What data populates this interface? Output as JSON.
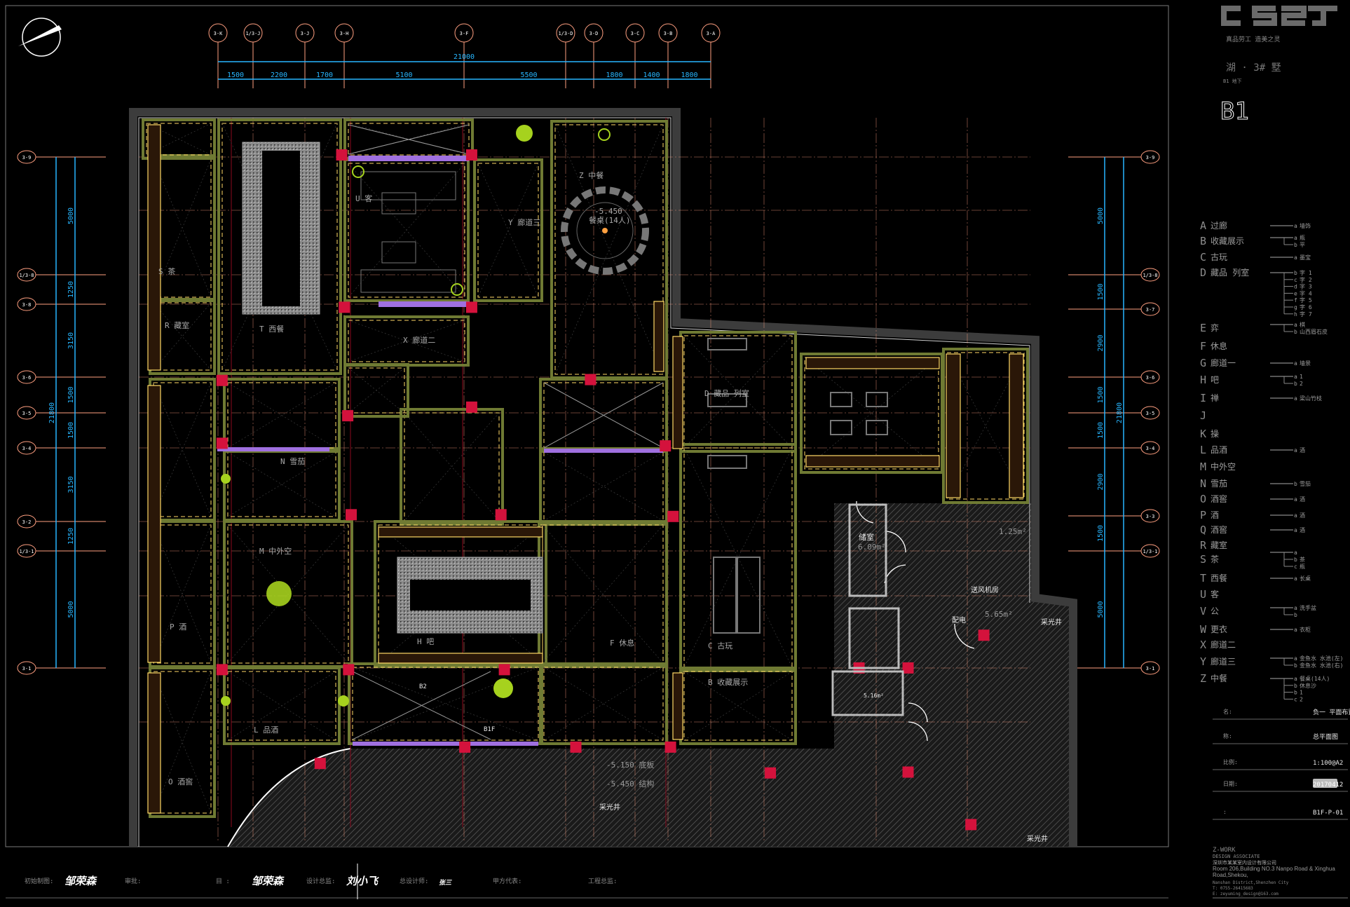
{
  "header": {
    "logo": "CSZT",
    "tagline": "真品劳工  造美之灵",
    "project": "湖 · 3# 墅",
    "subtitle": "B1 地下",
    "floor": "B1"
  },
  "axes": {
    "top": [
      "3-K",
      "1/3-J",
      "3-J",
      "3-H",
      "3-F",
      "1/3-D",
      "3-D",
      "3-C",
      "3-B",
      "3-A"
    ],
    "top_total": "21000",
    "top_dims": [
      "1500",
      "2200",
      "1700",
      "5100",
      "5500",
      "1800",
      "1400",
      "1800"
    ],
    "left": [
      "3-9",
      "1/3-8",
      "3-8",
      "3-6",
      "3-5",
      "3-4",
      "3-2",
      "1/3-1",
      "3-1"
    ],
    "left_total": "21800",
    "left_dims": [
      "5000",
      "1250",
      "3150",
      "1500",
      "1500",
      "3150",
      "1250",
      "5000"
    ],
    "right": [
      "3-9",
      "1/3-8",
      "3-7",
      "3-6",
      "3-5",
      "3-4",
      "3-3",
      "1/3-1",
      "3-1"
    ],
    "right_total": "21800",
    "right_dims": [
      "5000",
      "1500",
      "2900",
      "1500",
      "1500",
      "2900",
      "1500",
      "5000"
    ]
  },
  "plan_labels": {
    "z": "Z 中餐",
    "z_level": "-5.450",
    "z_table": "餐桌(14人)",
    "u": "U 客",
    "t": "T 西餐",
    "x": "X 廊道二",
    "y": "Y 廊道三",
    "s": "S 茶",
    "r": "R 藏室",
    "d": "D 藏品 列室",
    "c": "C 古玩",
    "b": "B 收藏展示",
    "m": "M 中外空",
    "p": "P 酒",
    "h": "H 吧",
    "f": "F 休息",
    "l": "L 品酒",
    "o": "O 酒窖",
    "n": "N 雪茄",
    "storage": "储室",
    "storage_area": "6.09m²",
    "stair_area": "1.25m²",
    "fan_room": "送风机房",
    "power": "配电",
    "power_area": "5.65m²",
    "lightwell_1": "采光井",
    "lightwell_2": "采光井",
    "lightwell_3": "采光井",
    "level_1": "-5.150 底板",
    "level_2": "-5.450 结构",
    "b2_arrow": "B2",
    "b1f_arrow": "B1F",
    "small_area": "5.16m²"
  },
  "legend": [
    {
      "letter": "A",
      "name": "过廊",
      "items": [
        {
          "key": "a",
          "text": "墙饰"
        }
      ]
    },
    {
      "letter": "B",
      "name": "收藏展示",
      "items": [
        {
          "key": "a",
          "text": "瓶"
        },
        {
          "key": "b",
          "text": "平"
        }
      ]
    },
    {
      "letter": "C",
      "name": "古玩",
      "items": [
        {
          "key": "a",
          "text": "墨宝"
        }
      ]
    },
    {
      "letter": "D",
      "name": "藏品  列室",
      "items": [
        {
          "key": "b",
          "text": "字 1"
        },
        {
          "key": "c",
          "text": "字 2"
        },
        {
          "key": "d",
          "text": "字 3"
        },
        {
          "key": "e",
          "text": "字 4"
        },
        {
          "key": "f",
          "text": "字 5"
        },
        {
          "key": "g",
          "text": "字 6"
        },
        {
          "key": "h",
          "text": "字 7"
        }
      ]
    },
    {
      "letter": "E",
      "name": "弈",
      "items": [
        {
          "key": "a",
          "text": "棋"
        },
        {
          "key": "b",
          "text": "山西眉石皮"
        }
      ]
    },
    {
      "letter": "F",
      "name": "休息",
      "items": []
    },
    {
      "letter": "G",
      "name": "廊道一",
      "items": [
        {
          "key": "a",
          "text": "墙景"
        }
      ]
    },
    {
      "letter": "H",
      "name": "吧",
      "items": [
        {
          "key": "a",
          "text": "1"
        },
        {
          "key": "b",
          "text": "2"
        }
      ]
    },
    {
      "letter": "I",
      "name": "禅",
      "items": [
        {
          "key": "a",
          "text": "梁山竹枝"
        }
      ]
    },
    {
      "letter": "J",
      "name": "",
      "items": []
    },
    {
      "letter": "K",
      "name": "操",
      "items": []
    },
    {
      "letter": "L",
      "name": "品酒",
      "items": [
        {
          "key": "a",
          "text": "酒"
        }
      ]
    },
    {
      "letter": "M",
      "name": "中外空",
      "items": []
    },
    {
      "letter": "N",
      "name": "雪茄",
      "items": [
        {
          "key": "b",
          "text": "雪茄"
        }
      ]
    },
    {
      "letter": "O",
      "name": "酒窖",
      "items": [
        {
          "key": "a",
          "text": "酒"
        }
      ]
    },
    {
      "letter": "P",
      "name": "酒",
      "items": [
        {
          "key": "a",
          "text": "酒"
        }
      ]
    },
    {
      "letter": "Q",
      "name": "酒窖",
      "items": [
        {
          "key": "a",
          "text": "酒"
        }
      ]
    },
    {
      "letter": "R",
      "name": "藏室",
      "items": []
    },
    {
      "letter": "S",
      "name": "茶",
      "items": [
        {
          "key": "a",
          "text": ""
        },
        {
          "key": "b",
          "text": "茶"
        },
        {
          "key": "c",
          "text": "瓶"
        }
      ]
    },
    {
      "letter": "T",
      "name": "西餐",
      "items": [
        {
          "key": "a",
          "text": "长桌"
        }
      ]
    },
    {
      "letter": "U",
      "name": "客",
      "items": []
    },
    {
      "letter": "V",
      "name": "公",
      "items": [
        {
          "key": "a",
          "text": "洗手盆"
        },
        {
          "key": "b",
          "text": ""
        }
      ]
    },
    {
      "letter": "W",
      "name": "更衣",
      "items": [
        {
          "key": "a",
          "text": "衣柜"
        }
      ]
    },
    {
      "letter": "X",
      "name": "廊道二",
      "items": []
    },
    {
      "letter": "Y",
      "name": "廊道三",
      "items": [
        {
          "key": "a",
          "text": "金鱼水 水池(左)"
        },
        {
          "key": "b",
          "text": "金鱼水 水池(右)"
        }
      ]
    },
    {
      "letter": "Z",
      "name": "中餐",
      "items": [
        {
          "key": "a",
          "text": "餐桌(14人)"
        },
        {
          "key": "b",
          "text": "休息沙"
        },
        {
          "key": "b",
          "text": "1"
        },
        {
          "key": "c",
          "text": "2"
        }
      ]
    }
  ],
  "title_block": {
    "rows": [
      {
        "label": "名:",
        "value": "负一 平面布置"
      },
      {
        "label": "称:",
        "value": "总平面图"
      },
      {
        "label": "比例:",
        "value": "1:100@A2"
      },
      {
        "label": "日期:",
        "value": "20170412"
      },
      {
        "label": ":",
        "value": "B1F-P-01"
      }
    ],
    "company": {
      "name": "Z-WORK",
      "sub": "DESIGN ASSOCIATE",
      "cn": "深圳市某某室内设计有限公司",
      "addr1": "Room 206,Building NO.3 Nanpo Road & Xinghua Road,Shekou,",
      "addr2": "Nanshan District,Shenzhen City",
      "tel": "T: 0755-26415683",
      "email": "E: zeyuming_design@163.com"
    }
  },
  "signoff": [
    {
      "label": "初始制图:",
      "value": "邹荣森"
    },
    {
      "label": "审批:",
      "value": ""
    },
    {
      "label": "目 :",
      "value": "邹荣森"
    },
    {
      "label": "设计总监:",
      "value": "刘小飞"
    },
    {
      "label": "总设计师:",
      "value": "张三"
    },
    {
      "label": "甲方代表:",
      "value": ""
    },
    {
      "label": "工程总监:",
      "value": ""
    }
  ]
}
